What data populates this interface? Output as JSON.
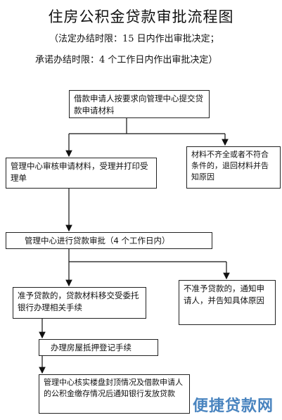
{
  "title": "住房公积金贷款审批流程图",
  "subtitle1": "（法定办结时限：15 日内作出审批决定；",
  "subtitle2": "承诺办结时限：4 个工作日内作出审批决定）",
  "nodes": {
    "apply": "借款申请人按要求向管理中心提交贷款申请材料",
    "review": "管理中心审核申请材料，受理并打印受理单",
    "reject_materials": "材料不齐全或者不符合条件的，退回材料并告知原因",
    "approval": "管理中心进行贷款审批（4 个工作日内）",
    "approve": "准予贷款的，贷款材料移交受委托银行办理相关手续",
    "deny": "不准予贷款的，通知申请人，并告知具体原因",
    "mortgage": "办理房屋抵押登记手续",
    "verify": "管理中心核实楼盘封顶情况及借款申请人的公积金缴存情况后通知银行发放贷款"
  },
  "watermark": "便捷贷款网"
}
